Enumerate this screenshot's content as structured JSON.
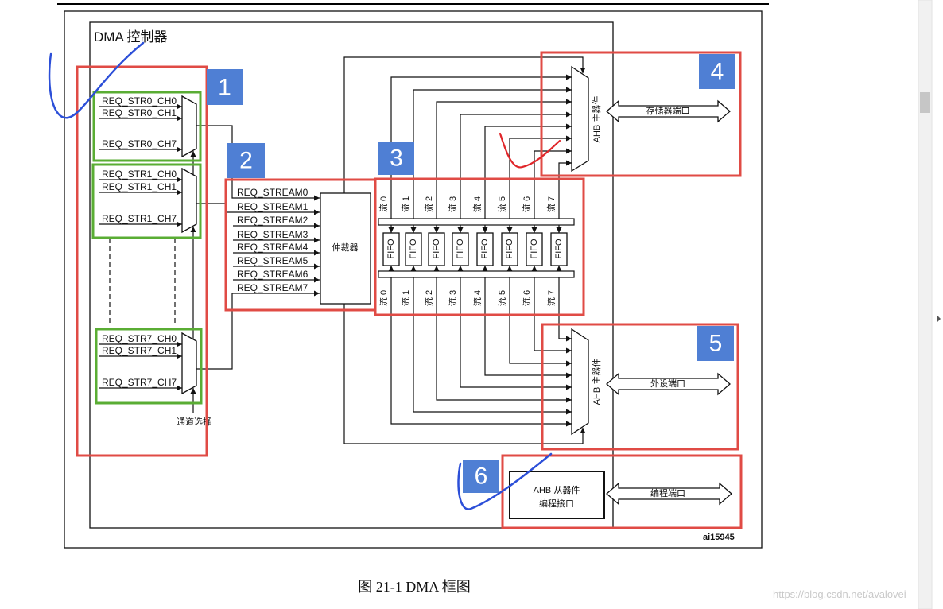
{
  "diagram": {
    "controller_title": "DMA 控制器",
    "figure_code": "ai15945",
    "channel_groups": [
      {
        "labels": [
          "REQ_STR0_CH0",
          "REQ_STR0_CH1",
          "REQ_STR0_CH7"
        ]
      },
      {
        "labels": [
          "REQ_STR1_CH0",
          "REQ_STR1_CH1",
          "REQ_STR1_CH7"
        ]
      },
      {
        "labels": [
          "REQ_STR7_CH0",
          "REQ_STR7_CH1",
          "REQ_STR7_CH7"
        ]
      }
    ],
    "channel_select": "通道选择",
    "request_streams": [
      "REQ_STREAM0",
      "REQ_STREAM1",
      "REQ_STREAM2",
      "REQ_STREAM3",
      "REQ_STREAM4",
      "REQ_STREAM5",
      "REQ_STREAM6",
      "REQ_STREAM7"
    ],
    "arbiter": "仲裁器",
    "streams": [
      "流 0",
      "流 1",
      "流 2",
      "流 3",
      "流 4",
      "流 5",
      "流 6",
      "流 7"
    ],
    "fifo": "FIFO",
    "ahb_master_memory": {
      "label": "AHB 主器件",
      "port": "存储器端口"
    },
    "ahb_master_peripheral": {
      "label": "AHB 主器件",
      "port": "外设端口"
    },
    "ahb_slave": {
      "line1": "AHB 从器件",
      "line2": "编程接口",
      "port": "编程端口"
    }
  },
  "annotations": {
    "numbers": [
      "1",
      "2",
      "3",
      "4",
      "5",
      "6"
    ],
    "box_color": "#e04b45",
    "badge_color": "#4f7fd4",
    "group_color": "#5aad34",
    "pen_color": "#2c4fd8",
    "pen_red_color": "#e0262a"
  },
  "caption": "图 21-1 DMA 框图",
  "watermark": "https://blog.csdn.net/avalovei"
}
